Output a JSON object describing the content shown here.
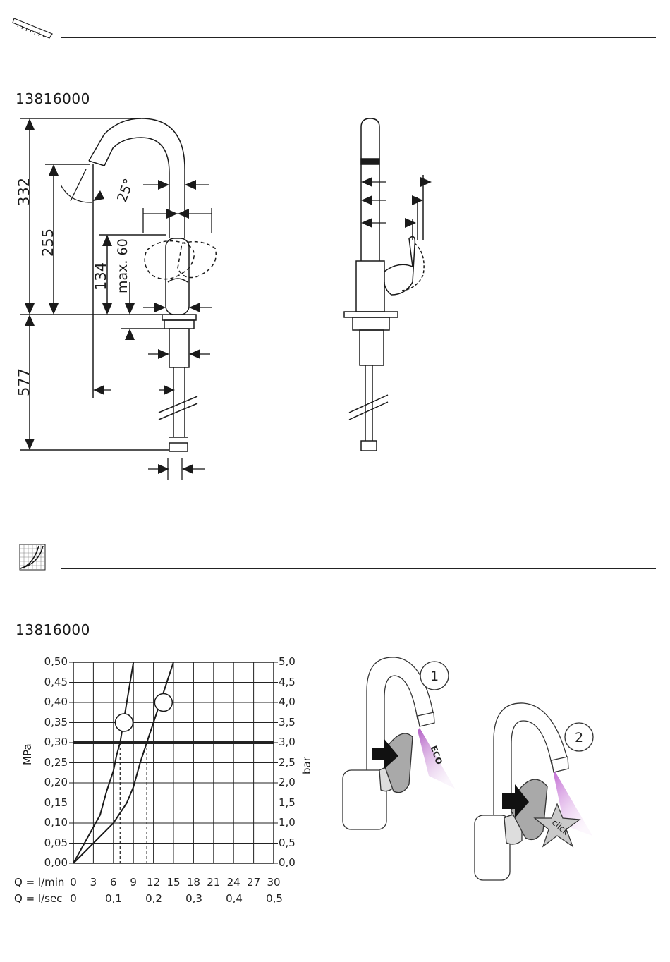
{
  "section1": {
    "icon": "ruler-dimensions-icon",
    "model_number": "13816000",
    "dimensions": {
      "total_height": "332",
      "spout_height": "255",
      "handle_height": "134",
      "handle_clearance": "max. 60",
      "below_counter": "577",
      "spout_angle": "25°"
    }
  },
  "section2": {
    "icon": "flow-chart-icon",
    "model_number": "13816000",
    "flow_chart": {
      "left_axis_label": "MPa",
      "right_axis_label": "bar",
      "x_row1_label": "Q = l/min",
      "x_row2_label": "Q = l/sec",
      "x_lmin_ticks": [
        "0",
        "3",
        "6",
        "9",
        "12",
        "15",
        "18",
        "21",
        "24",
        "27",
        "30"
      ],
      "x_lsec_ticks": [
        "0",
        "0,1",
        "0,2",
        "0,3",
        "0,4",
        "0,5"
      ],
      "mpa_ticks": [
        "0,00",
        "0,05",
        "0,10",
        "0,15",
        "0,20",
        "0,25",
        "0,30",
        "0,35",
        "0,40",
        "0,45",
        "0,50"
      ],
      "bar_ticks": [
        "0,0",
        "0,5",
        "1,0",
        "1,5",
        "2,0",
        "2,5",
        "3,0",
        "3,5",
        "4,0",
        "4,5",
        "5,0"
      ]
    },
    "illustration": {
      "step1_number": "1",
      "step2_number": "2",
      "eco_label": "ECO",
      "click_label": "click"
    }
  },
  "chart_data": {
    "type": "line",
    "xlabel": "Q = l/min",
    "ylabel": "MPa",
    "xlim": [
      0,
      30
    ],
    "ylim": [
      0,
      0.5
    ],
    "highlight_pressure": 0.3,
    "grid": true,
    "series": [
      {
        "x": [
          0,
          2,
          4,
          5,
          6,
          6.5,
          7,
          7.5,
          8,
          8.5,
          9
        ],
        "y": [
          0,
          0.06,
          0.12,
          0.18,
          0.23,
          0.27,
          0.3,
          0.35,
          0.4,
          0.45,
          0.5
        ],
        "marker": {
          "x": 7.6,
          "y": 0.35
        }
      },
      {
        "x": [
          0,
          3,
          6,
          8,
          9,
          10,
          11,
          12,
          13,
          14,
          15
        ],
        "y": [
          0,
          0.05,
          0.1,
          0.15,
          0.19,
          0.25,
          0.3,
          0.35,
          0.4,
          0.45,
          0.5
        ],
        "marker": {
          "x": 13.5,
          "y": 0.4
        }
      }
    ]
  }
}
